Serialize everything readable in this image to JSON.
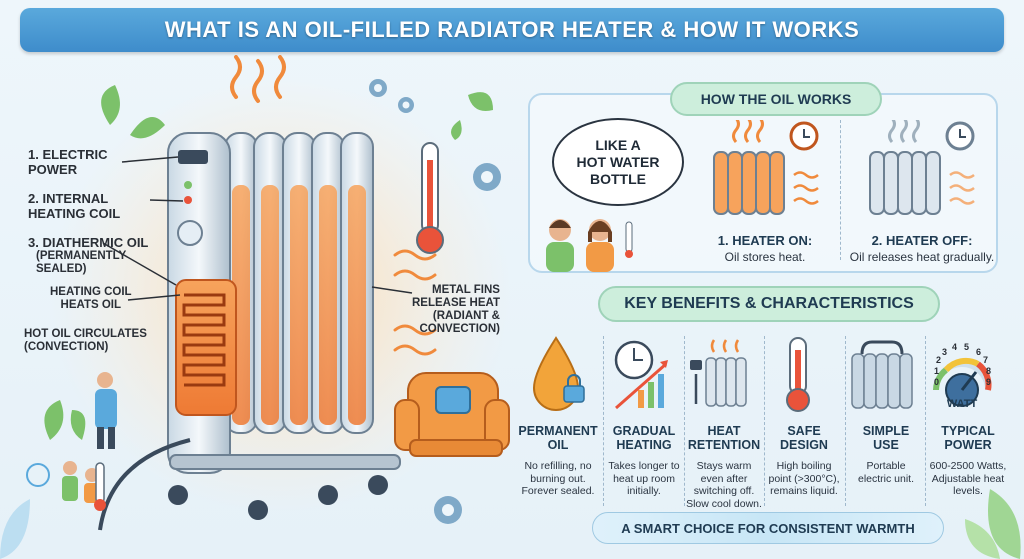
{
  "title": "WHAT IS AN OIL-FILLED RADIATOR HEATER & HOW IT WORKS",
  "labels": {
    "l1": "1. ELECTRIC\nPOWER",
    "l2": "2. INTERNAL\nHEATING COIL",
    "l3": "3. DIATHERMIC OIL",
    "l3b": "(PERMANENTLY\nSEALED)",
    "l4": "HEATING COIL\nHEATS OIL",
    "l5": "HOT OIL CIRCULATES\n(CONVECTION)",
    "l6": "METAL FINS\nRELEASE HEAT\n(RADIANT &\nCONVECTION)"
  },
  "how": {
    "heading": "HOW THE OIL WORKS",
    "bubble": "LIKE A\nHOT WATER\nBOTTLE",
    "step1_title": "1. HEATER ON:",
    "step1_desc": "Oil stores heat.",
    "step2_title": "2. HEATER OFF:",
    "step2_desc": "Oil releases heat gradually."
  },
  "benefits_heading": "KEY BENEFITS & CHARACTERISTICS",
  "benefits": [
    {
      "title": "PERMANENT\nOIL",
      "desc": "No refilling, no\nburning out.\nForever sealed."
    },
    {
      "title": "GRADUAL\nHEATING",
      "desc": "Takes longer to\nheat up room\ninitially."
    },
    {
      "title": "HEAT\nRETENTION",
      "desc": "Stays warm\neven after\nswitching off.\nSlow cool down."
    },
    {
      "title": "SAFE\nDESIGN",
      "desc": "High boiling\npoint (>300°C),\nremains liquid."
    },
    {
      "title": "SIMPLE\nUSE",
      "desc": "Portable\nelectric unit."
    },
    {
      "title": "TYPICAL\nPOWER",
      "desc": "600-2500 Watts,\nAdjustable heat\nlevels."
    }
  ],
  "gauge_label": "WATT",
  "gauge_ticks": [
    "0",
    "1",
    "2",
    "3",
    "4",
    "5",
    "6",
    "7",
    "8",
    "9"
  ],
  "footer": "A SMART CHOICE FOR CONSISTENT WARMTH"
}
